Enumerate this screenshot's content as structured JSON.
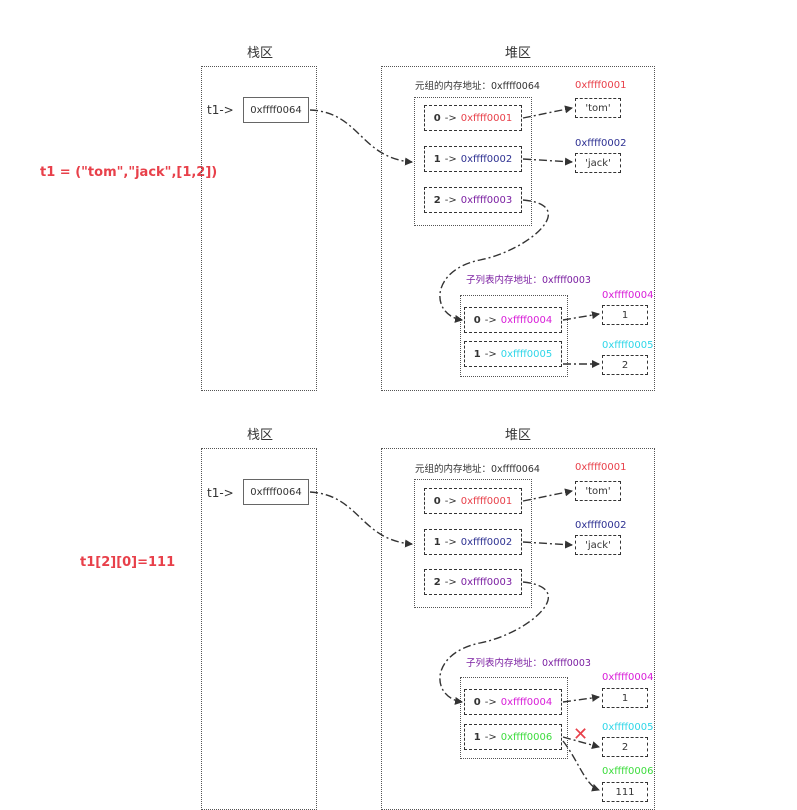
{
  "colors": {
    "red": "#e8404a",
    "navy": "#2e3192",
    "purple": "#7b1fa2",
    "magenta": "#d81bd8",
    "cyan": "#2fd6e8",
    "green": "#3ddc3d",
    "dark": "#333333"
  },
  "panels": [
    {
      "code": "t1 = (\"tom\",\"jack\",[1,2])",
      "stack_header": "栈区",
      "heap_header": "堆区",
      "var_label": "t1->",
      "stack_value": "0xffff0064",
      "tuple_caption": "元组的内存地址：0xffff0064",
      "tuple_slots": [
        {
          "index": "0",
          "arrow": "->",
          "addr": "0xffff0001"
        },
        {
          "index": "1",
          "arrow": "->",
          "addr": "0xffff0002"
        },
        {
          "index": "2",
          "arrow": "->",
          "addr": "0xffff0003"
        }
      ],
      "tuple_values": [
        {
          "addr": "0xffff0001",
          "value": "'tom'"
        },
        {
          "addr": "0xffff0002",
          "value": "'jack'"
        }
      ],
      "list_caption": "子列表内存地址：0xffff0003",
      "list_slots": [
        {
          "index": "0",
          "arrow": "->",
          "addr": "0xffff0004"
        },
        {
          "index": "1",
          "arrow": "->",
          "addr": "0xffff0005"
        }
      ],
      "list_values": [
        {
          "addr": "0xffff0004",
          "value": "1"
        },
        {
          "addr": "0xffff0005",
          "value": "2"
        }
      ]
    },
    {
      "code": "t1[2][0]=111",
      "stack_header": "栈区",
      "heap_header": "堆区",
      "var_label": "t1->",
      "stack_value": "0xffff0064",
      "tuple_caption": "元组的内存地址：0xffff0064",
      "tuple_slots": [
        {
          "index": "0",
          "arrow": "->",
          "addr": "0xffff0001"
        },
        {
          "index": "1",
          "arrow": "->",
          "addr": "0xffff0002"
        },
        {
          "index": "2",
          "arrow": "->",
          "addr": "0xffff0003"
        }
      ],
      "tuple_values": [
        {
          "addr": "0xffff0001",
          "value": "'tom'"
        },
        {
          "addr": "0xffff0002",
          "value": "'jack'"
        }
      ],
      "list_caption": "子列表内存地址：0xffff0003",
      "list_slots": [
        {
          "index": "0",
          "arrow": "->",
          "addr": "0xffff0004"
        },
        {
          "index": "1",
          "arrow": "->",
          "addr": "0xffff0006"
        }
      ],
      "list_values": [
        {
          "addr": "0xffff0004",
          "value": "1"
        },
        {
          "addr": "0xffff0005",
          "value": "2"
        },
        {
          "addr": "0xffff0006",
          "value": "111"
        }
      ],
      "removed_mark": "✕"
    }
  ]
}
